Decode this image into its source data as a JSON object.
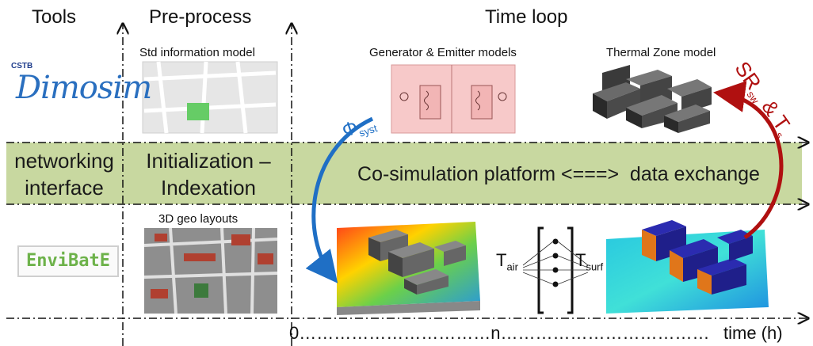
{
  "columns": {
    "tools": "Tools",
    "preprocess": "Pre-process",
    "timeloop": "Time loop"
  },
  "logos": {
    "cstb": "CSTB",
    "dimosim": "Dimosim",
    "envibate": "EnviBatE"
  },
  "captions": {
    "std_info_model": "Std information model",
    "geo_layouts": "3D geo layouts",
    "gen_emit": "Generator & Emitter models",
    "thermal_zone": "Thermal Zone model"
  },
  "band": {
    "networking": "networking\ninterface",
    "initialization": "Initialization –\nIndexation",
    "cosim": "Co-simulation platform <===>  data exchange"
  },
  "flows": {
    "phi": "Φ",
    "phi_sub": "syst",
    "sr": "SR",
    "sr_sub": "sw",
    "sr_rest": " & T",
    "sr_sub2": "s"
  },
  "matrix": {
    "tair": "T",
    "tair_sub": "air",
    "tsurf": "T",
    "tsurf_sub": "surf"
  },
  "time_axis": {
    "start": "0",
    "dots1": "……………………………",
    "n": "n",
    "dots2": "………………………………",
    "label": "time (h)"
  },
  "colors": {
    "band": "#c8d8a0",
    "phi_arrow": "#1f6fc5",
    "sr_arrow": "#b01010"
  }
}
